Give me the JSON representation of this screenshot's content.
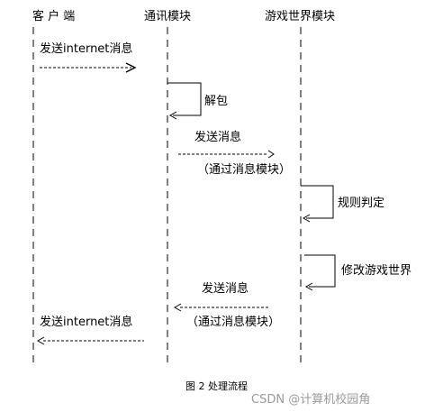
{
  "lanes": {
    "client": "客 户 端",
    "comm": "通讯模块",
    "game": "游戏世界模块"
  },
  "messages": {
    "send_internet_1": "发送internet消息",
    "unpack": "解包",
    "send_msg_1": "发送消息",
    "via_msg_1": "（通过消息模块）",
    "rule_judge": "规则判定",
    "modify_world": "修改游戏世界",
    "send_msg_2": "发送消息",
    "via_msg_2": "（通过消息模块）",
    "send_internet_2": "发送internet消息"
  },
  "caption": "图 2  处理流程",
  "watermark": "CSDN @计算机校园角"
}
